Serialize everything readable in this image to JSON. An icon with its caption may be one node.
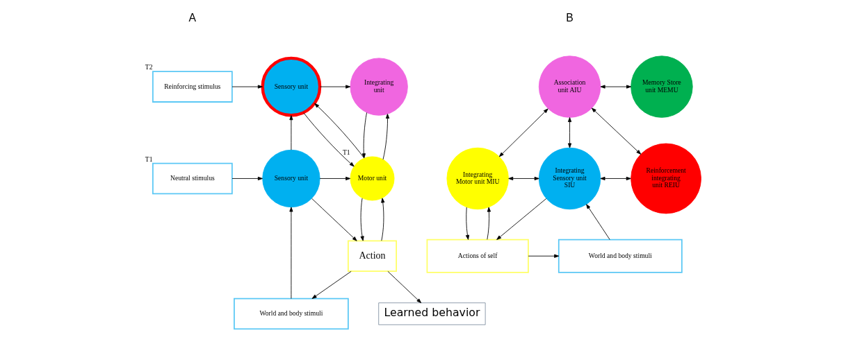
{
  "diagram": {
    "nodes": [
      {
        "text": [
          "Reinforcing stimulus"
        ],
        "beside": [
          "T2"
        ]
      },
      {
        "text": [
          "Sensory unit"
        ]
      },
      {
        "text": [
          "Integrating unit"
        ]
      },
      {
        "text": [
          "Neutral stimulus"
        ],
        "beside": [
          "T1"
        ]
      },
      {
        "text": [
          "Sensory unit"
        ]
      },
      {
        "text": [
          "Motor unit"
        ],
        "beside": [
          "T1"
        ]
      },
      {
        "text": [
          "World and body stimuli"
        ]
      },
      {
        "text": [
          "Action"
        ]
      },
      {
        "text": [
          "Learned behavior"
        ]
      },
      {
        "text": [
          "Association unit AIU"
        ]
      },
      {
        "text": [
          "Memory Store unit MEMU"
        ]
      },
      {
        "text": [
          "Integrating Motor unit MIU"
        ]
      },
      {
        "text": [
          "Integrating Sensory unit SIU"
        ]
      },
      {
        "text": [
          "Reinforcement integrating unit REIU"
        ]
      },
      {
        "text": [
          "Actions of self"
        ]
      },
      {
        "text": [
          "World and body stimuli"
        ]
      }
    ],
    "edges": [
      {
        "from": 0,
        "to": 1,
        "arrow": "to"
      },
      {
        "from": 1,
        "to": 2,
        "arrow": "to"
      },
      {
        "from": 4,
        "to": 1,
        "arrow": "to"
      },
      {
        "from": 3,
        "to": 4,
        "arrow": "to"
      },
      {
        "from": 4,
        "to": 5,
        "arrow": "to"
      },
      {
        "from": 1,
        "to": 5,
        "arrow": "to"
      },
      {
        "from": 5,
        "to": 1,
        "arrow": "to"
      },
      {
        "from": 2,
        "to": 5,
        "arrow": "to"
      },
      {
        "from": 5,
        "to": 2,
        "arrow": "to"
      },
      {
        "from": 4,
        "to": 7,
        "arrow": "to"
      },
      {
        "from": 7,
        "to": 5,
        "arrow": "to"
      },
      {
        "from": 5,
        "to": 7,
        "arrow": "to"
      },
      {
        "from": 7,
        "to": 6,
        "arrow": "to"
      },
      {
        "from": 6,
        "to": 4,
        "arrow": "to"
      },
      {
        "from": 7,
        "to": 8,
        "arrow": "to"
      },
      {
        "from": 9,
        "to": 10,
        "arrow": "both"
      },
      {
        "from": 9,
        "to": 11,
        "arrow": "both"
      },
      {
        "from": 9,
        "to": 12,
        "arrow": "both"
      },
      {
        "from": 9,
        "to": 13,
        "arrow": "both"
      },
      {
        "from": 11,
        "to": 12,
        "arrow": "both"
      },
      {
        "from": 12,
        "to": 13,
        "arrow": "both"
      },
      {
        "from": 11,
        "to": 14,
        "arrow": "to"
      },
      {
        "from": 14,
        "to": 11,
        "arrow": "to"
      },
      {
        "from": 12,
        "to": 14,
        "arrow": "to"
      },
      {
        "from": 14,
        "to": 15,
        "arrow": "to"
      },
      {
        "from": 15,
        "to": 12,
        "arrow": "to"
      }
    ],
    "labels": [
      "A",
      "B"
    ]
  }
}
